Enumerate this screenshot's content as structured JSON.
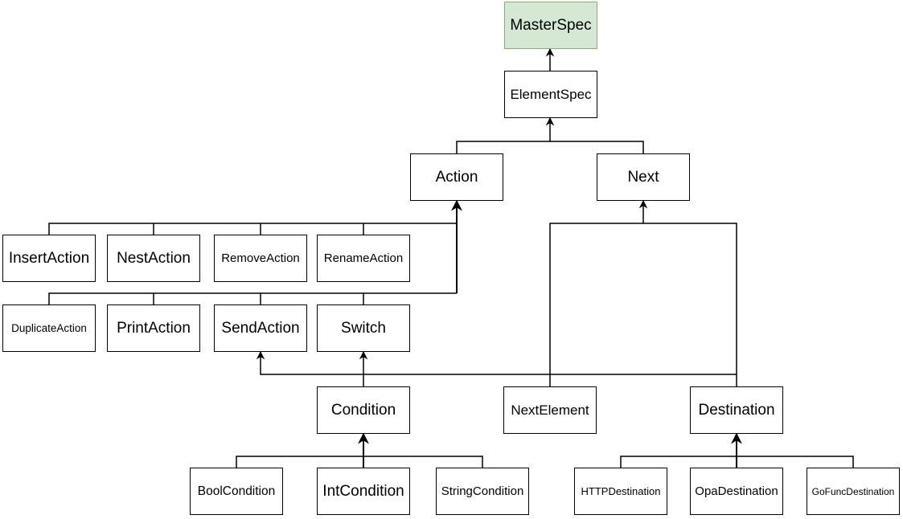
{
  "nodes": {
    "master_spec": "MasterSpec",
    "element_spec": "ElementSpec",
    "action": "Action",
    "next": "Next",
    "insert_action": "InsertAction",
    "nest_action": "NestAction",
    "remove_action": "RemoveAction",
    "rename_action": "RenameAction",
    "duplicate_action": "DuplicateAction",
    "print_action": "PrintAction",
    "send_action": "SendAction",
    "switch": "Switch",
    "condition": "Condition",
    "next_element": "NextElement",
    "destination": "Destination",
    "bool_condition": "BoolCondition",
    "int_condition": "IntCondition",
    "string_condition": "StringCondition",
    "http_destination": "HTTPDestination",
    "opa_destination": "OpaDestination",
    "gofunc_destination": "GoFuncDestination"
  },
  "colors": {
    "root_fill": "#d5e8d4",
    "root_border": "#82b366",
    "line": "#000000"
  }
}
